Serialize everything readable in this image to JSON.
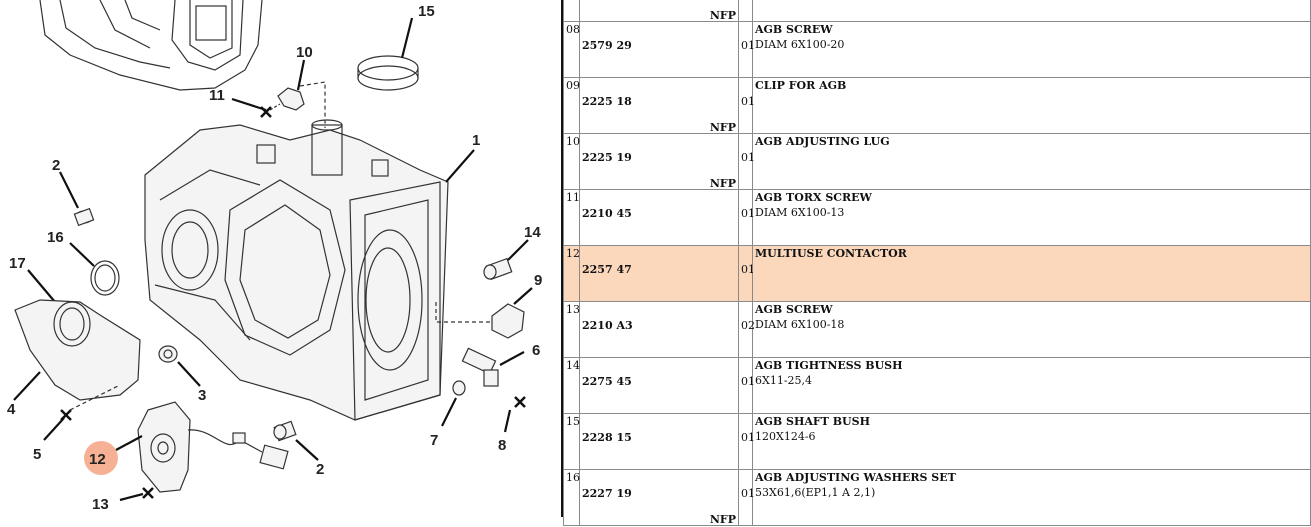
{
  "diagram": {
    "callouts": [
      "15",
      "10",
      "11",
      "1",
      "2",
      "16",
      "17",
      "14",
      "9",
      "6",
      "3",
      "4",
      "5",
      "7",
      "8",
      "12",
      "13",
      "2"
    ],
    "highlight_callout": "12",
    "highlight_color": "#f5a98a"
  },
  "table": {
    "selected_color": "#fbd7bc",
    "top_partial": {
      "nfp": "NFP"
    },
    "rows": [
      {
        "idx": "08",
        "ref": "2579 29",
        "nfp": "",
        "qty": "01",
        "name": "AGB SCREW",
        "detail": "DIAM 6X100-20"
      },
      {
        "idx": "09",
        "ref": "2225 18",
        "nfp": "NFP",
        "qty": "01",
        "name": "CLIP FOR AGB",
        "detail": ""
      },
      {
        "idx": "10",
        "ref": "2225 19",
        "nfp": "NFP",
        "qty": "01",
        "name": "AGB ADJUSTING LUG",
        "detail": ""
      },
      {
        "idx": "11",
        "ref": "2210 45",
        "nfp": "",
        "qty": "01",
        "name": "AGB TORX SCREW",
        "detail": "DIAM 6X100-13"
      },
      {
        "idx": "12",
        "ref": "2257 47",
        "nfp": "",
        "qty": "01",
        "name": "MULTIUSE CONTACTOR",
        "detail": ""
      },
      {
        "idx": "13",
        "ref": "2210 A3",
        "nfp": "",
        "qty": "02",
        "name": "AGB SCREW",
        "detail": "DIAM 6X100-18"
      },
      {
        "idx": "14",
        "ref": "2275 45",
        "nfp": "",
        "qty": "01",
        "name": "AGB TIGHTNESS BUSH",
        "detail": "6X11-25,4"
      },
      {
        "idx": "15",
        "ref": "2228 15",
        "nfp": "",
        "qty": "01",
        "name": "AGB SHAFT BUSH",
        "detail": "120X124-6"
      },
      {
        "idx": "16",
        "ref": "2227 19",
        "nfp": "NFP",
        "qty": "01",
        "name": "AGB ADJUSTING WASHERS SET",
        "detail": "53X61,6(EP1,1 A 2,1)"
      }
    ]
  }
}
